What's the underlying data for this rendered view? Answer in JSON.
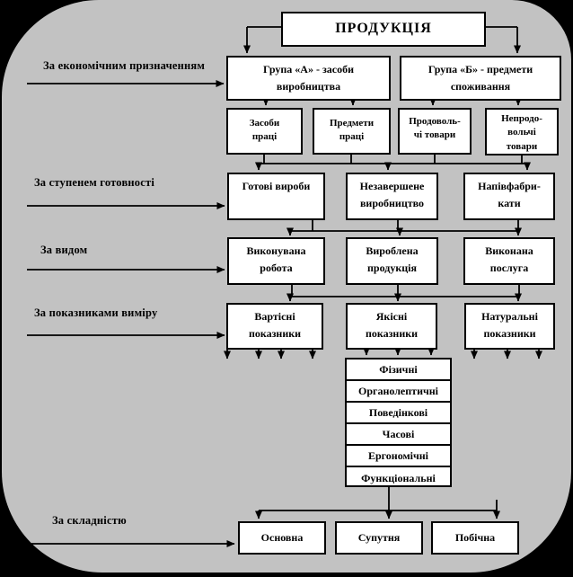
{
  "title": "ПРОДУКЦІЯ",
  "colors": {
    "page_background": "#000000",
    "canvas_background": "#c2c2c2",
    "box_fill": "#ffffff",
    "line_color": "#000000"
  },
  "left_labels": [
    {
      "label": "За економічним призначенням"
    },
    {
      "label": "За ступенем готовності"
    },
    {
      "label": "За видом"
    },
    {
      "label": "За показниками виміру"
    },
    {
      "label": "За складністю"
    }
  ],
  "boxes": {
    "group": [
      "Група «А» - засоби\nвиробництва",
      "Група «Б» - предмети\nспоживання"
    ],
    "labor": [
      "Засоби\nпраці",
      "Предмети\nпраці",
      "Продоволь-\nчі товари",
      "Непродо-\nвольчі\nтовари"
    ],
    "readiness": [
      "Готові вироби",
      "Незавершене\nвиробництво",
      "Напівфабри-\nкати"
    ],
    "kind": [
      "Виконувана\nробота",
      "Вироблена\nпродукція",
      "Виконана\nпослуга"
    ],
    "measure": [
      "Вартісні\nпоказники",
      "Якісні\nпоказники",
      "Натуральні\nпоказники"
    ],
    "quality_list": [
      "Фізичні",
      "Органолептичні",
      "Поведінкові",
      "Часові",
      "Ергономічні",
      "Функціональні"
    ],
    "complexity": [
      "Основна",
      "Супутня",
      "Побічна"
    ]
  }
}
